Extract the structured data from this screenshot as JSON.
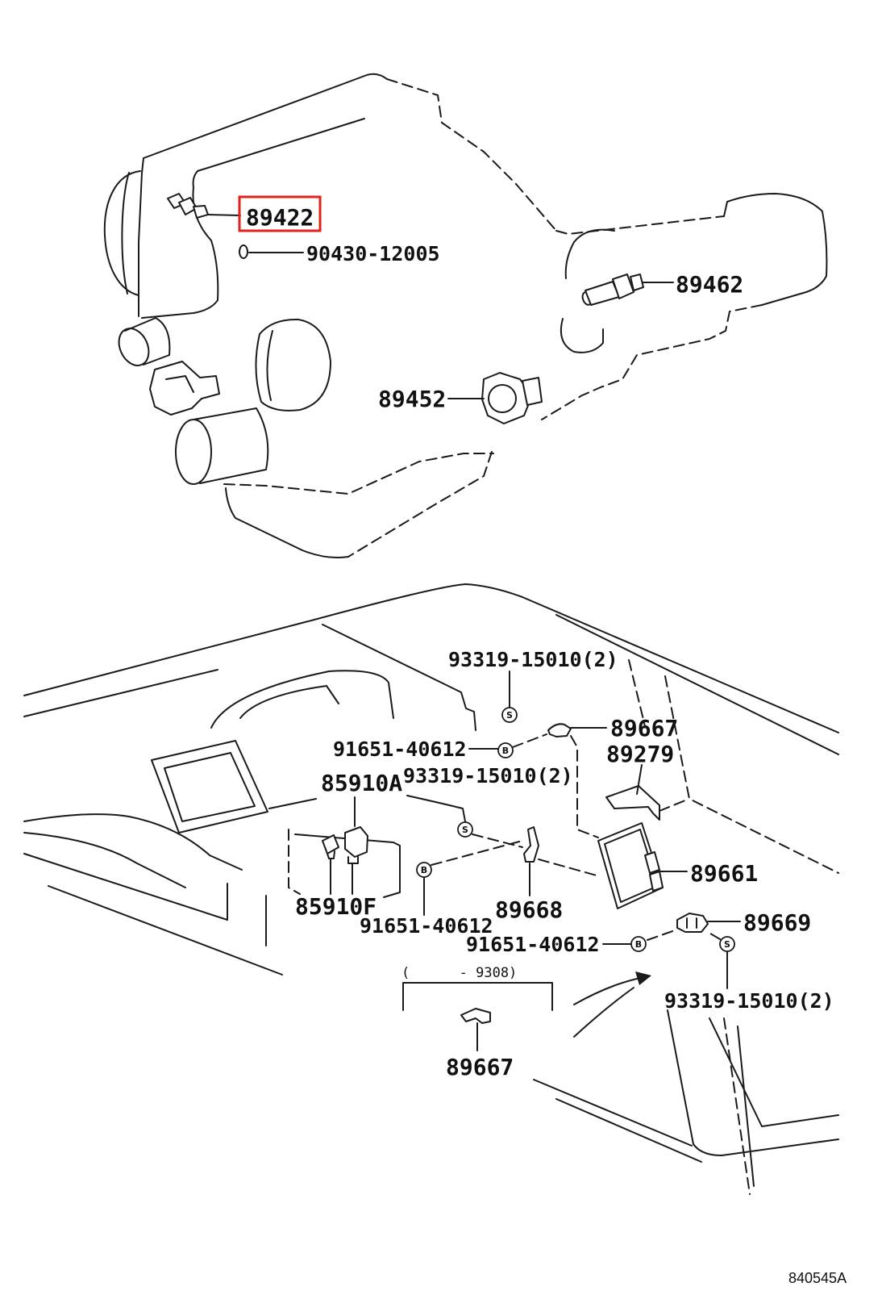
{
  "highlight_color": "#e3211b",
  "fastener_markers": {
    "screw": "S",
    "bolt": "B"
  },
  "engine_callouts": [
    {
      "part_no": "89422",
      "highlighted": true
    },
    {
      "part_no": "90430-12005",
      "highlighted": false
    },
    {
      "part_no": "89462",
      "highlighted": false
    },
    {
      "part_no": "89452",
      "highlighted": false
    }
  ],
  "cabin_callouts": [
    {
      "part_no": "93319-15010(2)"
    },
    {
      "part_no": "89667"
    },
    {
      "part_no": "91651-40612"
    },
    {
      "part_no": "89279"
    },
    {
      "part_no": "93319-15010(2)"
    },
    {
      "part_no": "85910A"
    },
    {
      "part_no": "89661"
    },
    {
      "part_no": "85910F"
    },
    {
      "part_no": "89668"
    },
    {
      "part_no": "89669"
    },
    {
      "part_no": "91651-40612"
    },
    {
      "part_no": "91651-40612"
    },
    {
      "part_no": "93319-15010(2)"
    }
  ],
  "inset": {
    "production_range": "(      - 9308)",
    "part_no": "89667"
  },
  "diagram_code": "840545A"
}
